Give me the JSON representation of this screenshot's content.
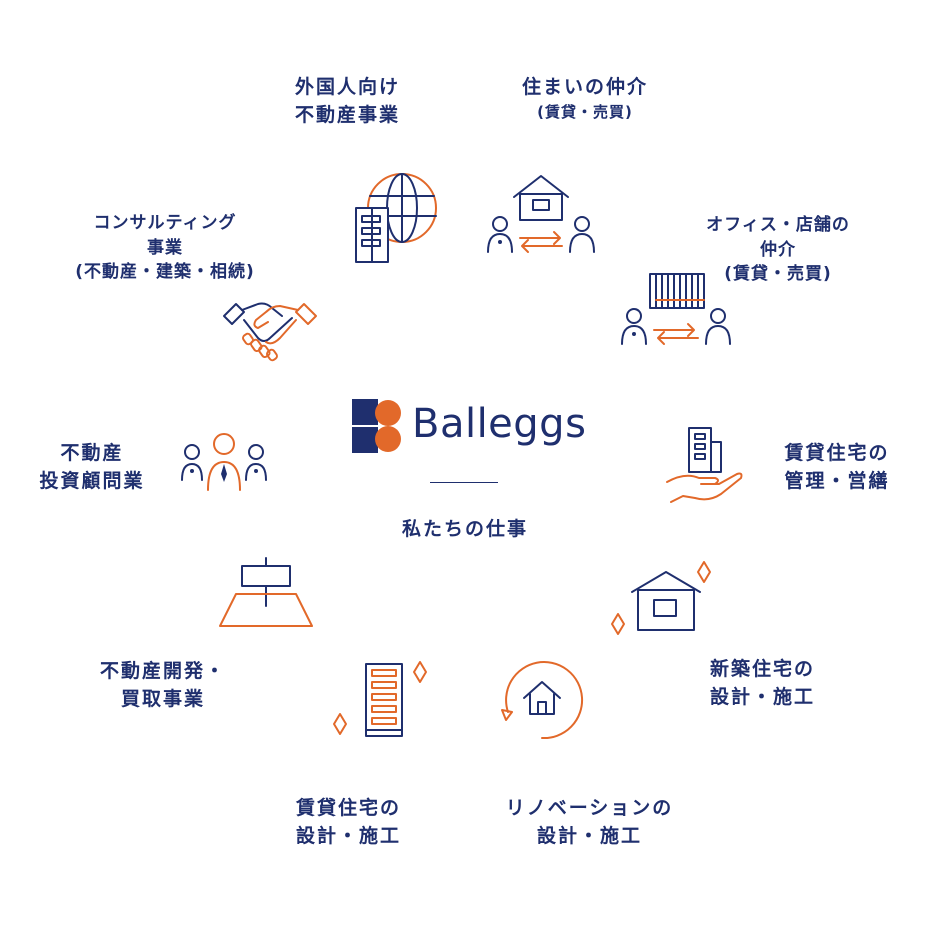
{
  "center": {
    "brand": "Balleggs",
    "subtitle": "私たちの仕事",
    "colors": {
      "navy": "#1f2f6e",
      "orange": "#e2692a"
    }
  },
  "services": [
    {
      "id": "foreigner",
      "lines": [
        "外国人向け",
        "不動産事業"
      ],
      "icon": "globe-building-icon"
    },
    {
      "id": "housing-brokerage",
      "lines": [
        "住まいの仲介",
        "(賃貸・売買)"
      ],
      "icon": "house-exchange-icon"
    },
    {
      "id": "office-brokerage",
      "lines": [
        "オフィス・店舗の",
        "仲介",
        "(賃貸・売買)"
      ],
      "icon": "shop-exchange-icon"
    },
    {
      "id": "rental-management",
      "lines": [
        "賃貸住宅の",
        "管理・営繕"
      ],
      "icon": "hand-building-icon"
    },
    {
      "id": "new-build",
      "lines": [
        "新築住宅の",
        "設計・施工"
      ],
      "icon": "new-house-icon"
    },
    {
      "id": "renovation",
      "lines": [
        "リノベーションの",
        "設計・施工"
      ],
      "icon": "renovation-icon"
    },
    {
      "id": "rental-design",
      "lines": [
        "賃貸住宅の",
        "設計・施工"
      ],
      "icon": "apartment-building-icon"
    },
    {
      "id": "development",
      "lines": [
        "不動産開発・",
        "買取事業"
      ],
      "icon": "land-sign-icon"
    },
    {
      "id": "investment-advisory",
      "lines": [
        "不動産",
        "投資顧問業"
      ],
      "icon": "advisors-icon"
    },
    {
      "id": "consulting",
      "lines": [
        "コンサルティング",
        "事業",
        "(不動産・建築・相続)"
      ],
      "icon": "handshake-icon"
    }
  ]
}
